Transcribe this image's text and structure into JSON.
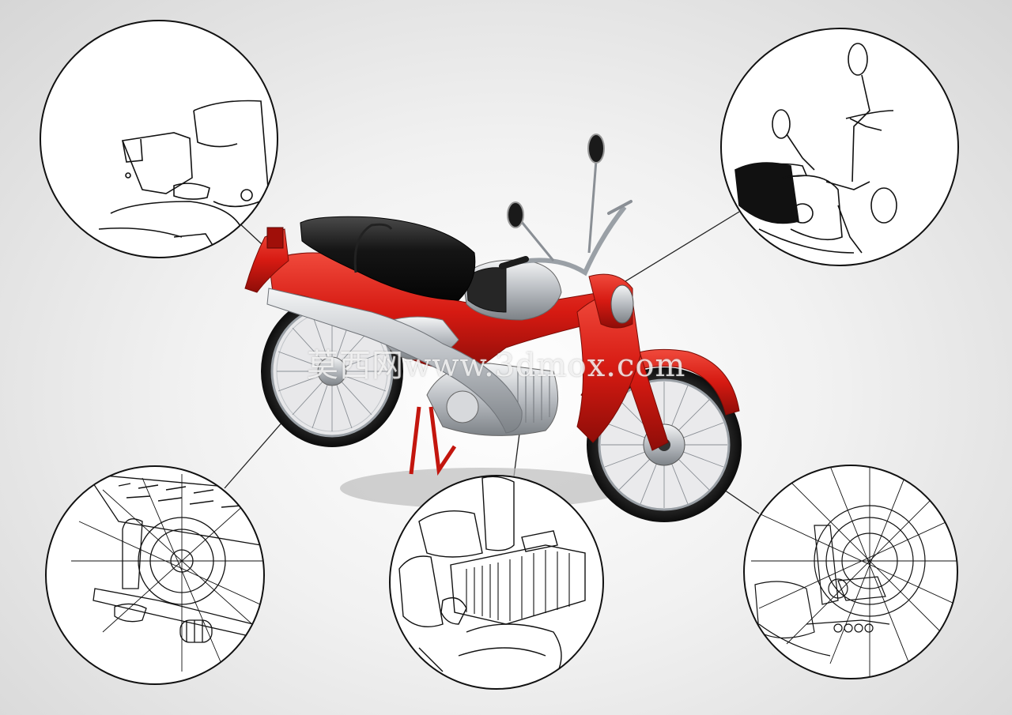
{
  "watermark": "莫西网www.3dmox.com",
  "colors": {
    "body_red": "#d61a12",
    "seat_black": "#141414",
    "chrome": "#c9ccd0",
    "callout_stroke": "#111111"
  },
  "callouts": [
    {
      "name": "callout-rear-reflector",
      "subject": "rear-reflector-detail"
    },
    {
      "name": "callout-handlebar-mirrors",
      "subject": "handlebar-mirrors-detail"
    },
    {
      "name": "callout-rear-brake",
      "subject": "rear-brake-pedal-detail"
    },
    {
      "name": "callout-engine-cylinder",
      "subject": "engine-cylinder-detail"
    },
    {
      "name": "callout-front-hub",
      "subject": "front-hub-brake-detail"
    }
  ]
}
